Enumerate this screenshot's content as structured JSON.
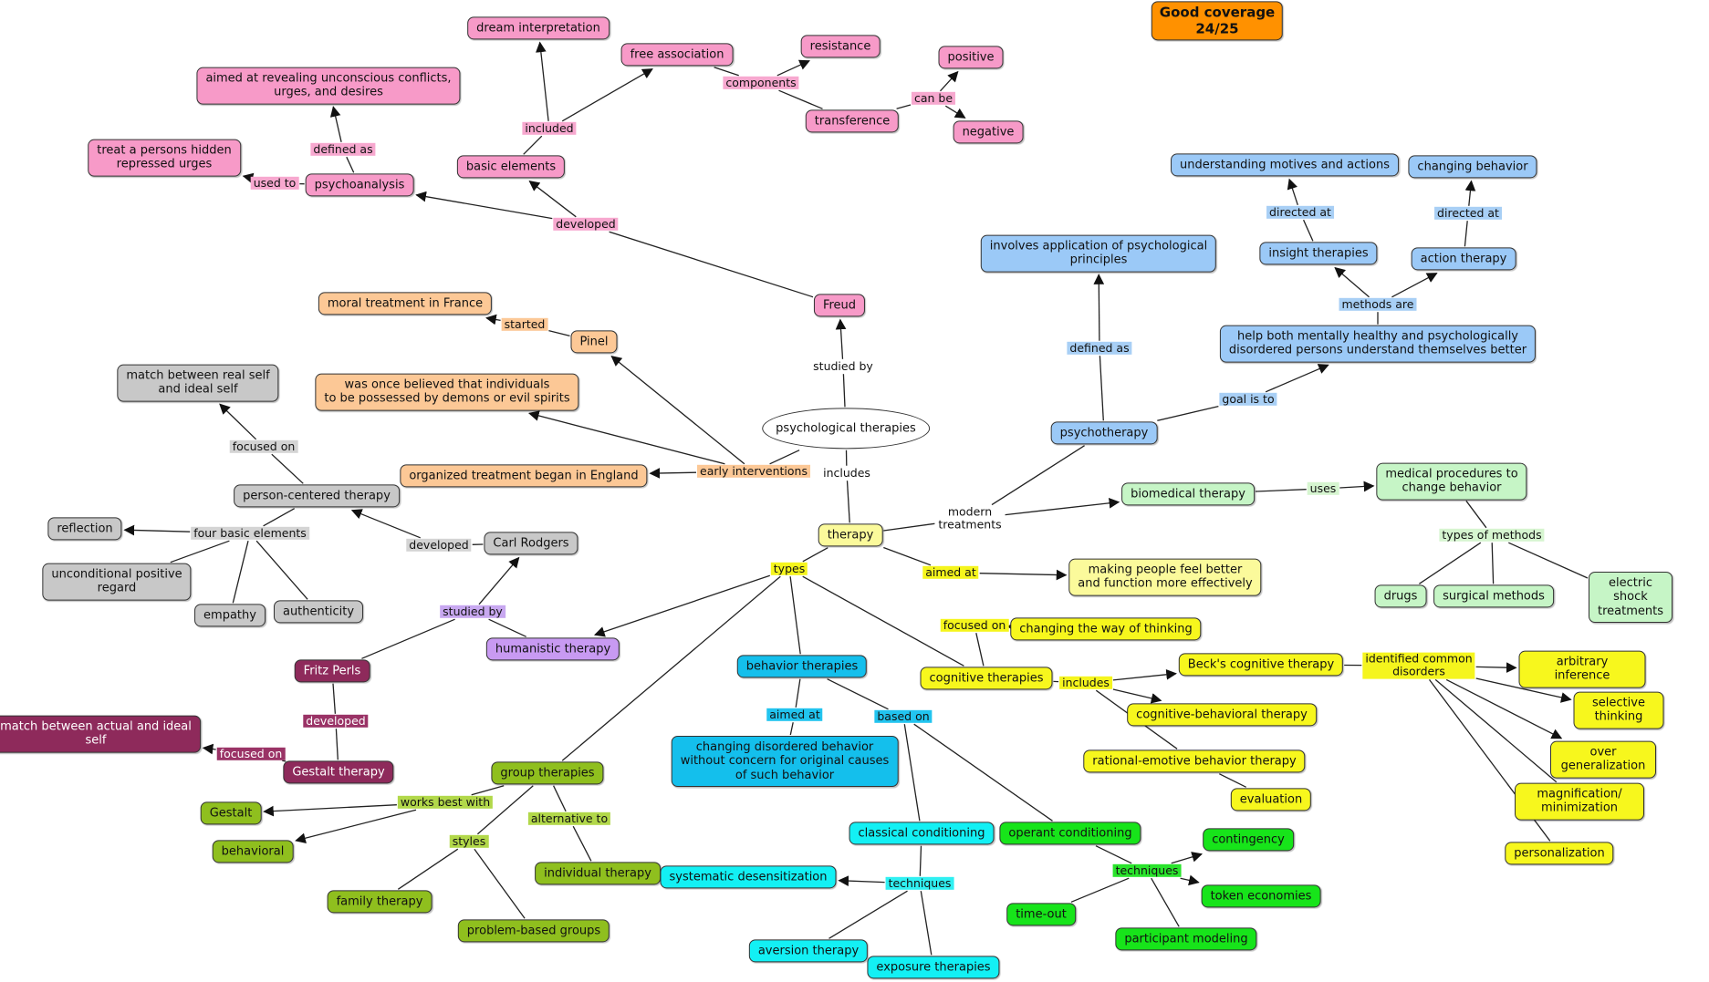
{
  "colors": {
    "pink": "#f79ac8",
    "pink_link": "#f7a8cf",
    "orange": "#fcc896",
    "orange_link": "#fcc896",
    "gray": "#c8c8c8",
    "gray_link": "#d4d4d4",
    "purple": "#c89af2",
    "purple_link": "#c8a8f0",
    "maroon": "#8e2a5b",
    "maroon_link": "#9a3366",
    "olive": "#8fbf1e",
    "olive_link": "#b2d84a",
    "cyan": "#14bfec",
    "cyan_link": "#22c4ef",
    "aqua": "#13f0f4",
    "aqua_link": "#2ff0f2",
    "green": "#17e41a",
    "green_link": "#2ae42c",
    "yellow": "#f7f71d",
    "yellow_link": "#f5f51d",
    "lightyellow": "#fbfa9b",
    "blue": "#9bc9f7",
    "blue_link": "#a8cff5",
    "mint": "#c6f5c6",
    "mint_link": "#d6f5d0",
    "score": "#ff9100",
    "link_line": "#222222"
  },
  "nodes": [
    {
      "id": "score",
      "text": "Good coverage\n24/25",
      "color": "score",
      "icon": "score-badge"
    },
    {
      "id": "psychotherapies",
      "text": "psychological therapies",
      "color": "white",
      "shape": "oval"
    },
    {
      "id": "freud",
      "text": "Freud",
      "color": "pink"
    },
    {
      "id": "psychoanalysis",
      "text": "psychoanalysis",
      "color": "pink"
    },
    {
      "id": "basic_elements",
      "text": "basic elements",
      "color": "pink"
    },
    {
      "id": "dream",
      "text": "dream interpretation",
      "color": "pink"
    },
    {
      "id": "free_assoc",
      "text": "free association",
      "color": "pink"
    },
    {
      "id": "resistance",
      "text": "resistance",
      "color": "pink"
    },
    {
      "id": "transference",
      "text": "transference",
      "color": "pink"
    },
    {
      "id": "positive",
      "text": "positive",
      "color": "pink"
    },
    {
      "id": "negative",
      "text": "negative",
      "color": "pink"
    },
    {
      "id": "revealing",
      "text": "aimed at revealing unconscious conflicts,\nurges, and desires",
      "color": "pink"
    },
    {
      "id": "hidden",
      "text": "treat a persons hidden\nrepressed urges",
      "color": "pink"
    },
    {
      "id": "moral",
      "text": "moral treatment in France",
      "color": "orange"
    },
    {
      "id": "pinel",
      "text": "Pinel",
      "color": "orange"
    },
    {
      "id": "demons",
      "text": "was once believed that individuals\nto be possessed by demons or evil spirits",
      "color": "orange"
    },
    {
      "id": "england",
      "text": "organized treatment began in England",
      "color": "orange"
    },
    {
      "id": "match_real",
      "text": "match between real self\nand ideal self",
      "color": "gray"
    },
    {
      "id": "person_centered",
      "text": "person-centered therapy",
      "color": "gray"
    },
    {
      "id": "reflection",
      "text": "reflection",
      "color": "gray"
    },
    {
      "id": "unconditional",
      "text": "unconditional positive\nregard",
      "color": "gray"
    },
    {
      "id": "empathy",
      "text": "empathy",
      "color": "gray"
    },
    {
      "id": "authenticity",
      "text": "authenticity",
      "color": "gray"
    },
    {
      "id": "rodgers",
      "text": "Carl Rodgers",
      "color": "gray"
    },
    {
      "id": "humanistic",
      "text": "humanistic therapy",
      "color": "purple"
    },
    {
      "id": "perls",
      "text": "Fritz Perls",
      "color": "maroon"
    },
    {
      "id": "gestalt_therapy",
      "text": "Gestalt therapy",
      "color": "maroon"
    },
    {
      "id": "match_actual",
      "text": "match between actual and ideal\nself",
      "color": "maroon"
    },
    {
      "id": "therapy",
      "text": "therapy",
      "color": "lightyellow"
    },
    {
      "id": "group",
      "text": "group therapies",
      "color": "olive"
    },
    {
      "id": "gestalt",
      "text": "Gestalt",
      "color": "olive"
    },
    {
      "id": "behavioral",
      "text": "behavioral",
      "color": "olive"
    },
    {
      "id": "individual",
      "text": "individual therapy",
      "color": "olive"
    },
    {
      "id": "family",
      "text": "family therapy",
      "color": "olive"
    },
    {
      "id": "problem",
      "text": "problem-based groups",
      "color": "olive"
    },
    {
      "id": "behavior_ther",
      "text": "behavior therapies",
      "color": "cyan"
    },
    {
      "id": "changing_disordered",
      "text": "changing disordered behavior\nwithout concern for original causes\nof such behavior",
      "color": "cyan"
    },
    {
      "id": "classical",
      "text": "classical conditioning",
      "color": "aqua"
    },
    {
      "id": "systematic",
      "text": "systematic desensitization",
      "color": "aqua"
    },
    {
      "id": "aversion",
      "text": "aversion therapy",
      "color": "aqua"
    },
    {
      "id": "exposure",
      "text": "exposure therapies",
      "color": "aqua"
    },
    {
      "id": "operant",
      "text": "operant conditioning",
      "color": "green"
    },
    {
      "id": "contingency",
      "text": "contingency",
      "color": "green"
    },
    {
      "id": "token",
      "text": "token economies",
      "color": "green"
    },
    {
      "id": "timeout",
      "text": "time-out",
      "color": "green"
    },
    {
      "id": "modeling",
      "text": "participant modeling",
      "color": "green"
    },
    {
      "id": "feel_better",
      "text": "making people feel better\nand function more effectively",
      "color": "lightyellow"
    },
    {
      "id": "cognitive",
      "text": "cognitive therapies",
      "color": "yellow"
    },
    {
      "id": "changing_thinking",
      "text": "changing the way of thinking",
      "color": "yellow"
    },
    {
      "id": "beck",
      "text": "Beck's cognitive therapy",
      "color": "yellow"
    },
    {
      "id": "cbt",
      "text": "cognitive-behavioral therapy",
      "color": "yellow"
    },
    {
      "id": "rebt",
      "text": "rational-emotive behavior therapy",
      "color": "yellow"
    },
    {
      "id": "evaluation",
      "text": "evaluation",
      "color": "yellow"
    },
    {
      "id": "arbitrary",
      "text": "arbitrary inference",
      "color": "yellow"
    },
    {
      "id": "selective",
      "text": "selective thinking",
      "color": "yellow"
    },
    {
      "id": "overgen",
      "text": "over generalization",
      "color": "yellow"
    },
    {
      "id": "magnification",
      "text": "magnification/ minimization",
      "color": "yellow"
    },
    {
      "id": "personalization",
      "text": "personalization",
      "color": "yellow"
    },
    {
      "id": "psychotherapy",
      "text": "psychotherapy",
      "color": "blue"
    },
    {
      "id": "involves",
      "text": "involves application of psychological\nprinciples",
      "color": "blue"
    },
    {
      "id": "help",
      "text": "help both mentally healthy and psychologically\ndisordered persons understand themselves better",
      "color": "blue"
    },
    {
      "id": "insight",
      "text": "insight therapies",
      "color": "blue"
    },
    {
      "id": "action",
      "text": "action therapy",
      "color": "blue"
    },
    {
      "id": "motives",
      "text": "understanding motives and actions",
      "color": "blue"
    },
    {
      "id": "changing_behavior",
      "text": "changing behavior",
      "color": "blue"
    },
    {
      "id": "biomedical",
      "text": "biomedical therapy",
      "color": "mint"
    },
    {
      "id": "medical",
      "text": "medical procedures to\nchange behavior",
      "color": "mint"
    },
    {
      "id": "drugs",
      "text": "drugs",
      "color": "mint"
    },
    {
      "id": "surgical",
      "text": "surgical methods",
      "color": "mint"
    },
    {
      "id": "shock",
      "text": "electric shock treatments",
      "color": "mint"
    }
  ],
  "links": [
    {
      "id": "studied_by_1",
      "text": "studied by",
      "color": "none"
    },
    {
      "id": "developed_1",
      "text": "developed",
      "color": "pink_link"
    },
    {
      "id": "used_to",
      "text": "used to",
      "color": "pink_link"
    },
    {
      "id": "defined_as_1",
      "text": "defined as",
      "color": "pink_link"
    },
    {
      "id": "included",
      "text": "included",
      "color": "pink_link"
    },
    {
      "id": "components",
      "text": "components",
      "color": "pink_link"
    },
    {
      "id": "can_be",
      "text": "can be",
      "color": "pink_link"
    },
    {
      "id": "includes_1",
      "text": "includes",
      "color": "none"
    },
    {
      "id": "early",
      "text": "early interventions",
      "color": "orange_link"
    },
    {
      "id": "started",
      "text": "started",
      "color": "orange_link"
    },
    {
      "id": "focused_on_1",
      "text": "focused on",
      "color": "gray_link"
    },
    {
      "id": "four_basic",
      "text": "four basic elements",
      "color": "gray_link"
    },
    {
      "id": "developed_2",
      "text": "developed",
      "color": "gray_link"
    },
    {
      "id": "studied_by_2",
      "text": "studied by",
      "color": "purple_link"
    },
    {
      "id": "developed_3",
      "text": "developed",
      "color": "maroon_link"
    },
    {
      "id": "focused_on_2",
      "text": "focused on",
      "color": "maroon_link"
    },
    {
      "id": "types",
      "text": "types",
      "color": "yellow_link"
    },
    {
      "id": "works_best",
      "text": "works best with",
      "color": "olive_link"
    },
    {
      "id": "alternative",
      "text": "alternative to",
      "color": "olive_link"
    },
    {
      "id": "styles",
      "text": "styles",
      "color": "olive_link"
    },
    {
      "id": "aimed_at_1",
      "text": "aimed at",
      "color": "cyan_link"
    },
    {
      "id": "based_on",
      "text": "based on",
      "color": "cyan_link"
    },
    {
      "id": "techniques_1",
      "text": "techniques",
      "color": "aqua_link"
    },
    {
      "id": "techniques_2",
      "text": "techniques",
      "color": "green_link"
    },
    {
      "id": "aimed_at_2",
      "text": "aimed at",
      "color": "yellow_link"
    },
    {
      "id": "modern",
      "text": "modern\ntreatments",
      "color": "none"
    },
    {
      "id": "focused_on_3",
      "text": "focused on",
      "color": "yellow_link"
    },
    {
      "id": "includes_2",
      "text": "includes",
      "color": "yellow_link"
    },
    {
      "id": "identified",
      "text": "identified common\ndisorders",
      "color": "yellow_link"
    },
    {
      "id": "defined_as_2",
      "text": "defined as",
      "color": "blue_link"
    },
    {
      "id": "goal",
      "text": "goal is to",
      "color": "blue_link"
    },
    {
      "id": "methods",
      "text": "methods are",
      "color": "blue_link"
    },
    {
      "id": "directed_1",
      "text": "directed at",
      "color": "blue_link"
    },
    {
      "id": "directed_2",
      "text": "directed at",
      "color": "blue_link"
    },
    {
      "id": "uses",
      "text": "uses",
      "color": "mint_link"
    },
    {
      "id": "types_methods",
      "text": "types of methods",
      "color": "mint_link"
    }
  ]
}
